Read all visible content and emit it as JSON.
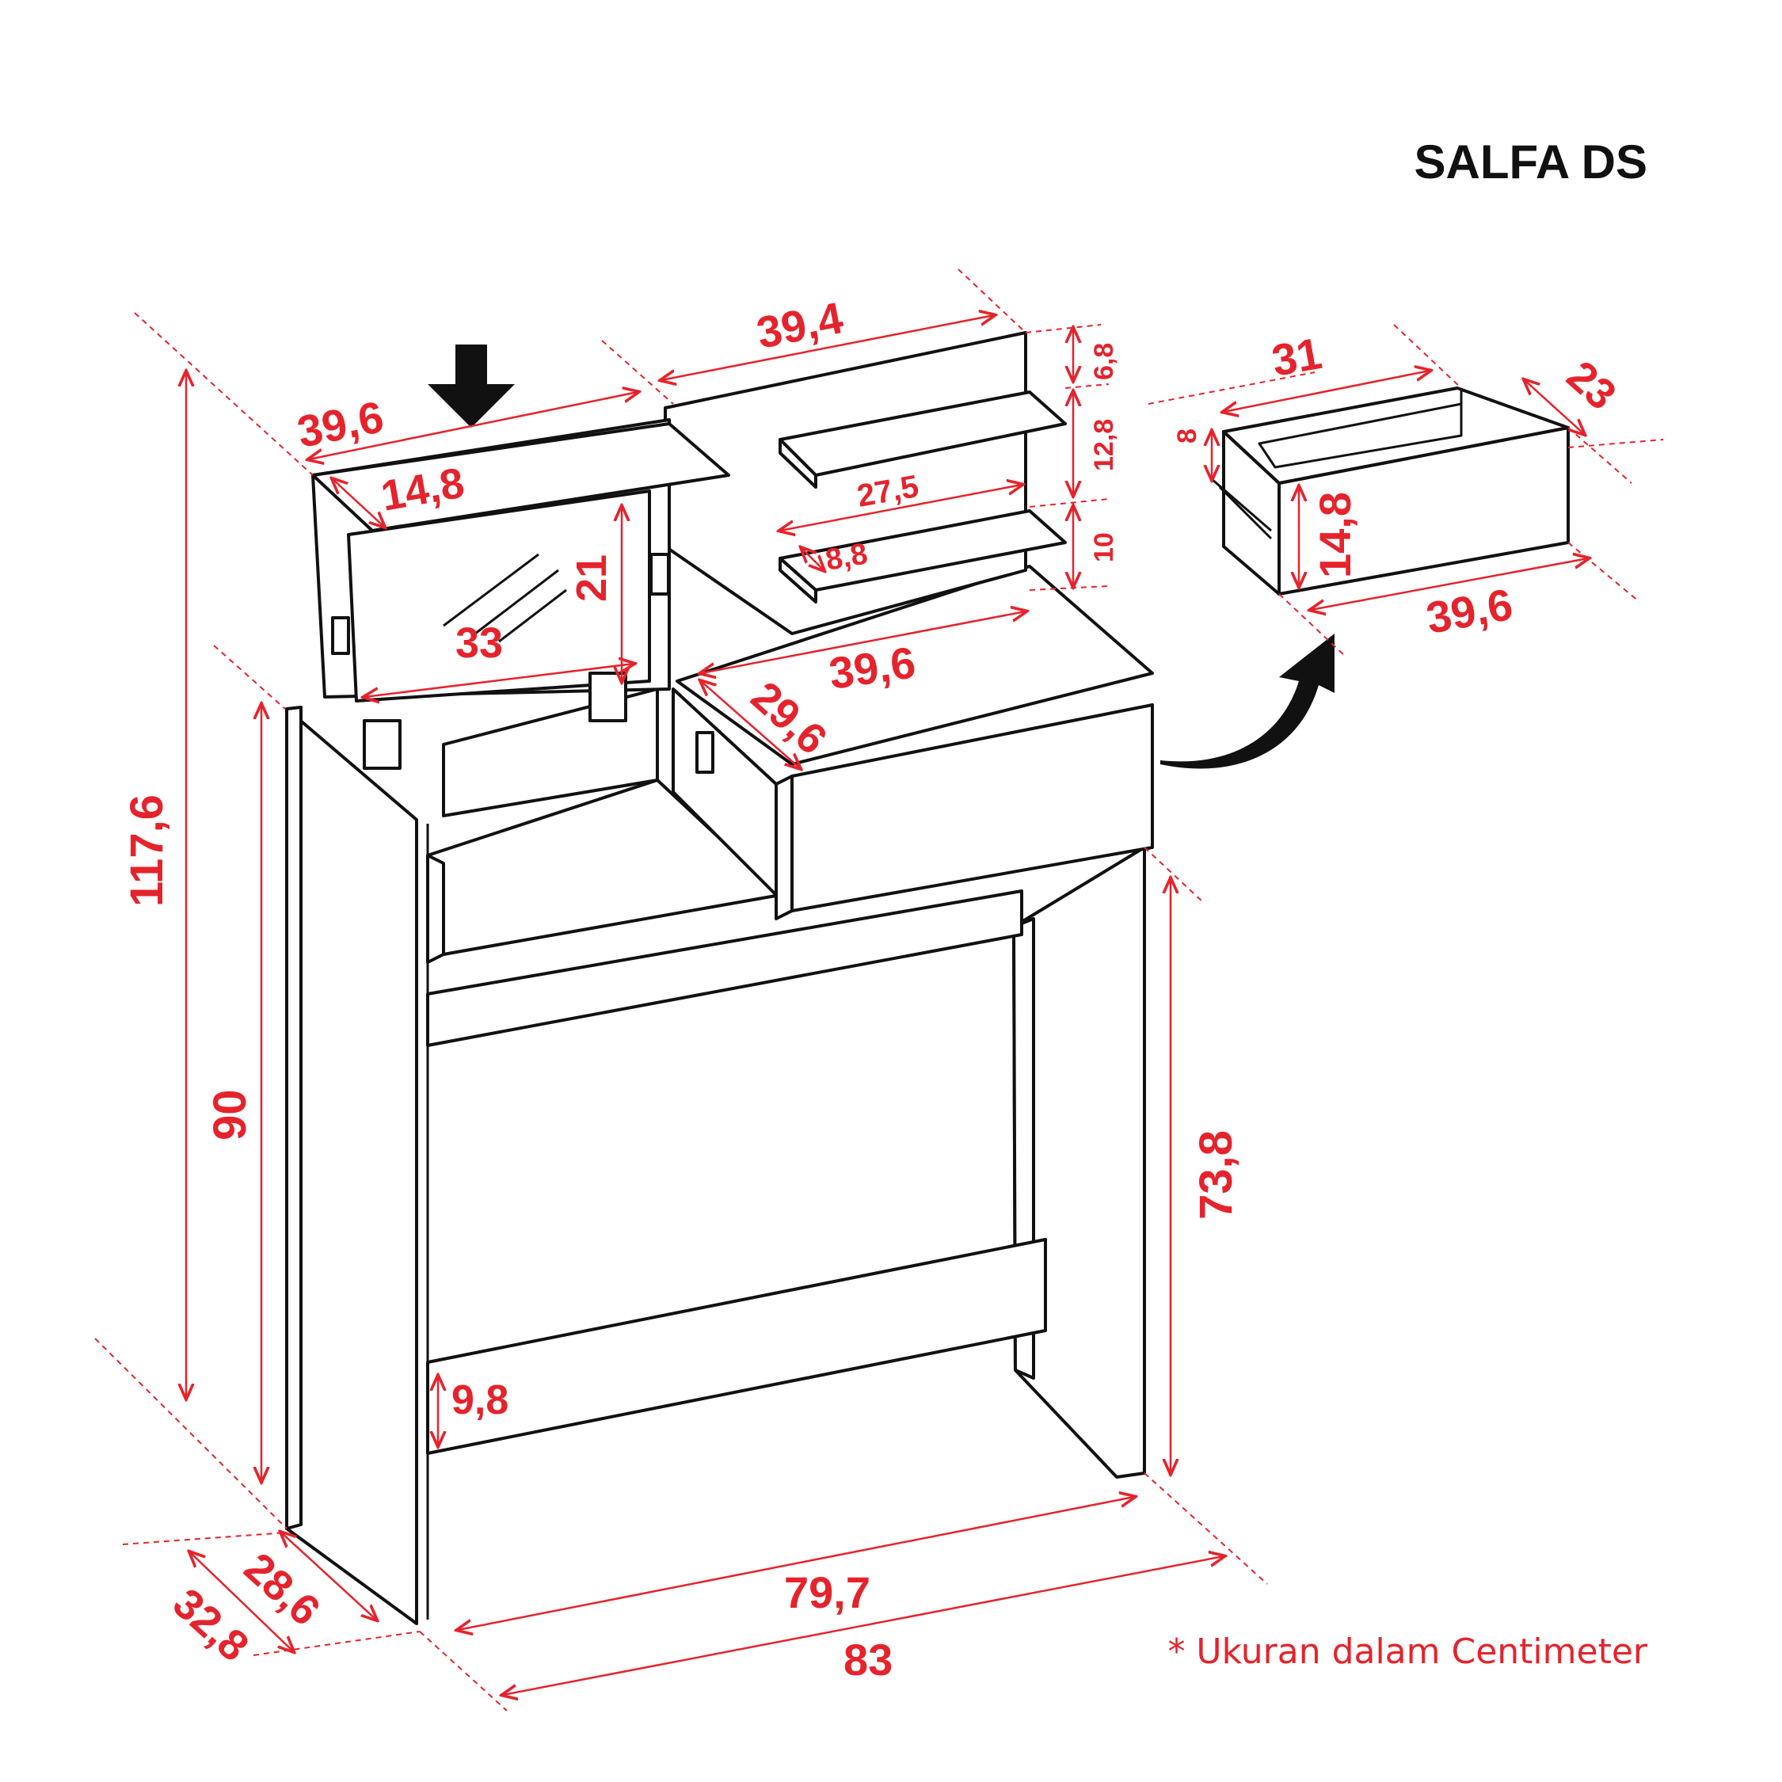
{
  "title": "SALFA DS",
  "note": "* Ukuran dalam Centimeter",
  "dimensions": {
    "top_width": "39,6",
    "shelf_width": "39,4",
    "mirror_depth": "14,8",
    "shelf_gap_top": "6,8",
    "shelf_gap_mid": "12,8",
    "shelf_gap_low": "10",
    "shelf_length": "27,5",
    "shelf_depth": "8,8",
    "mirror_height": "21",
    "mirror_width": "33",
    "drawer_top_width": "39,6",
    "drawer_top_depth": "29,6",
    "total_height": "117,6",
    "table_height": "90",
    "leg_height": "73,8",
    "rail_height": "9,8",
    "inner_width": "79,7",
    "outer_width": "83",
    "inner_depth": "28,6",
    "outer_depth": "32,8",
    "drawer_inner_width": "31",
    "drawer_depth": "23",
    "drawer_side_height": "8",
    "drawer_height": "14,8",
    "drawer_width": "39,6"
  }
}
